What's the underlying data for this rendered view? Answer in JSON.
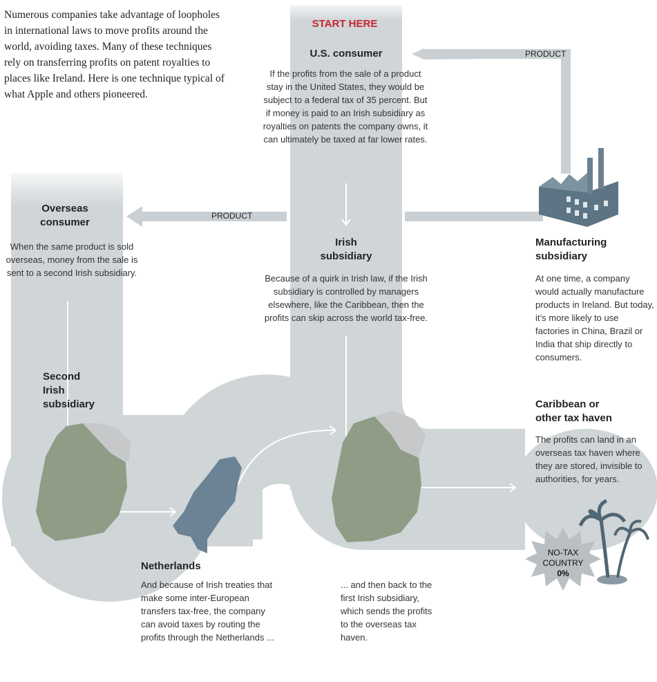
{
  "intro": "Numerous companies take advantage of loopholes in international laws to move profits around the world, avoiding taxes. Many of these techniques rely on transferring profits on patent royalties to places like Ireland. Here is one technique typical of what Apple and others pioneered.",
  "start_label": "START HERE",
  "arrow_labels": {
    "product_top": "PRODUCT",
    "product_left": "PRODUCT"
  },
  "us_consumer": {
    "title": "U.S. consumer",
    "body": "If the profits from the sale of a product stay in the United States, they would be subject to a federal tax of 35 percent. But if money is paid to an Irish subsidiary as royalties on patents the company owns, it can ultimately be taxed at far lower rates."
  },
  "overseas_consumer": {
    "title_line1": "Overseas",
    "title_line2": "consumer",
    "body": "When the same product is sold overseas, money from the sale is sent to a second Irish subsidiary."
  },
  "irish_subsidiary": {
    "title_line1": "Irish",
    "title_line2": "subsidiary",
    "body": "Because of a quirk in Irish law, if the Irish subsidiary is controlled by managers elsewhere, like the Caribbean, then the profits can skip across the world tax-free."
  },
  "manufacturing_subsidiary": {
    "title_line1": "Manufacturing",
    "title_line2": "subsidiary",
    "body": "At one time, a company would actually manufacture products in Ireland. But today, it’s more likely to use factories in China, Brazil or India that ship directly to consumers."
  },
  "second_irish": {
    "title_line1": "Second",
    "title_line2": "Irish",
    "title_line3": "subsidiary"
  },
  "caribbean": {
    "title_line1": "Caribbean or",
    "title_line2": "other tax haven",
    "body": "The profits can land in an overseas tax haven where they are stored, invisible to authorities, for years."
  },
  "netherlands": {
    "title": "Netherlands",
    "body": "And because of Irish treaties that make some inter-European transfers tax-free, the company can avoid taxes by routing the profits through the Netherlands ..."
  },
  "back_to_first": {
    "body": "... and then back to the first Irish subsidiary, which sends the profits to the overseas tax haven."
  },
  "no_tax_badge": {
    "line1": "NO-TAX",
    "line2": "COUNTRY",
    "line3": "0%"
  },
  "colors": {
    "band": "#d0d5d8",
    "band_light": "#e4e7e9",
    "arrow": "#ffffff",
    "product_arrow": "#c9cfd3",
    "start": "#c4262e",
    "ireland": "#8f9d86",
    "northern_ireland": "#c6c8c9",
    "netherlands": "#6c8396",
    "factory": "#5c7483",
    "palm": "#4f6673",
    "starburst": "#b9bfc2"
  }
}
